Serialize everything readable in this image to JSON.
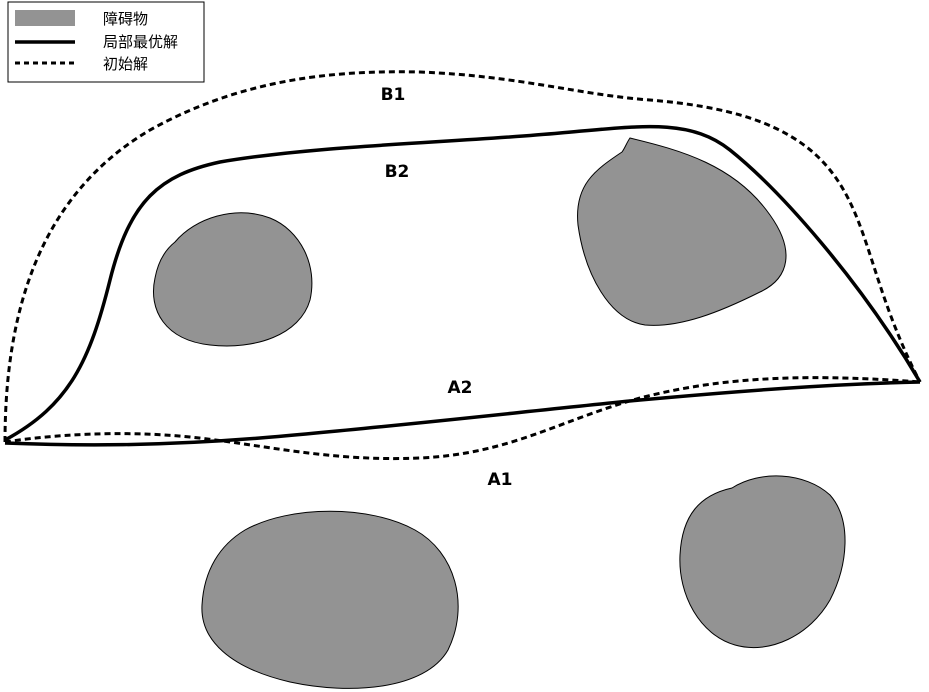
{
  "legend": {
    "obstacle_label": "障碍物",
    "local_optimum_label": "局部最优解",
    "initial_label": "初始解"
  },
  "paths": {
    "b1_label": "B1",
    "b2_label": "B2",
    "a2_label": "A2",
    "a1_label": "A1"
  },
  "colors": {
    "obstacle_fill": "#939393",
    "line": "#000000",
    "background": "#ffffff"
  }
}
